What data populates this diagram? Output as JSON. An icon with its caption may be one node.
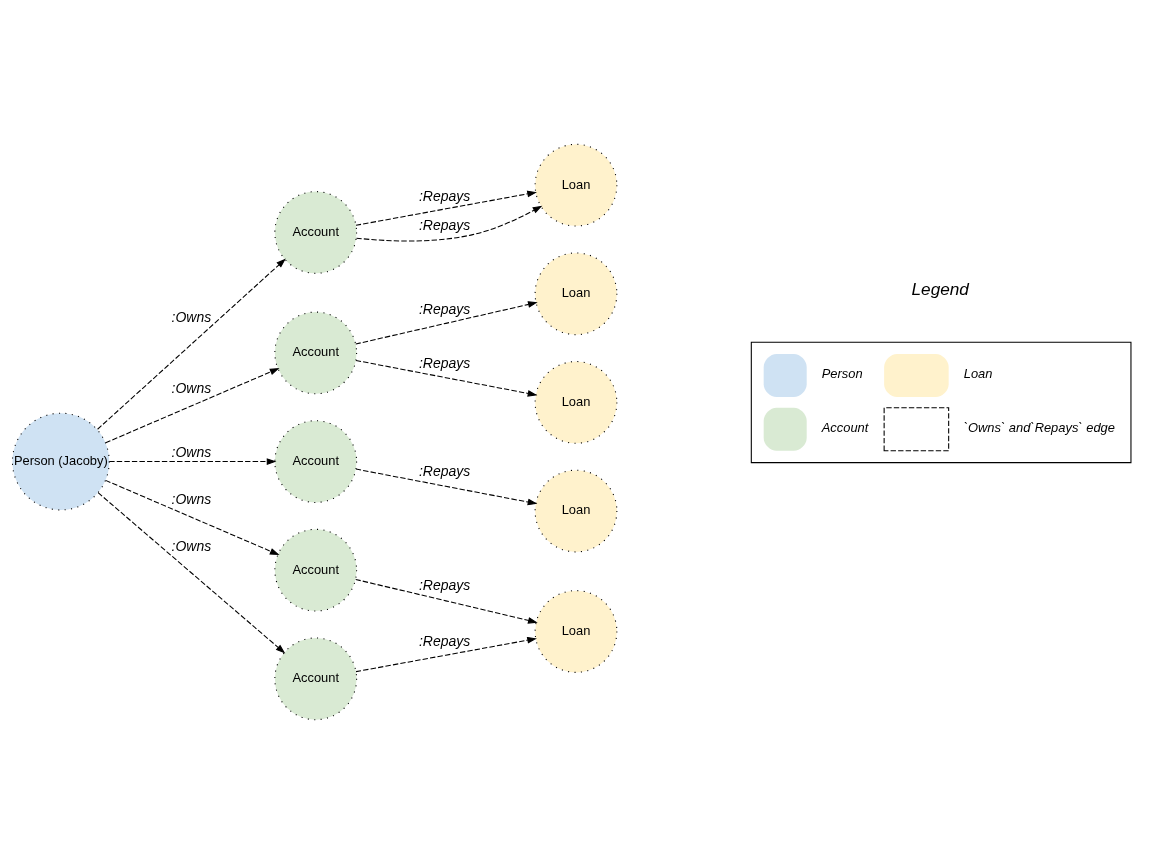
{
  "diagram": {
    "nodes": [
      {
        "text": [
          "Person (Jacoby)"
        ]
      },
      {
        "text": [
          "Account"
        ]
      },
      {
        "text": [
          "Loan"
        ]
      },
      {
        "text": [
          "Account"
        ]
      },
      {
        "text": [
          "Loan"
        ]
      },
      {
        "text": [
          "Loan"
        ]
      },
      {
        "text": [
          "Account"
        ]
      },
      {
        "text": [
          "Loan"
        ]
      },
      {
        "text": [
          "Account"
        ]
      },
      {
        "text": [
          "Account"
        ]
      },
      {
        "text": [
          "Loan"
        ]
      }
    ],
    "edges": [
      {
        "from": 0,
        "to": 1,
        "arrow": "to",
        "label": ":Owns",
        "style": "dashed"
      },
      {
        "from": 1,
        "to": 2,
        "arrow": "to",
        "label": ":Repays",
        "style": "dashed"
      },
      {
        "from": 1,
        "to": 2,
        "arrow": "to",
        "label": ":Repays",
        "style": "dashed"
      },
      {
        "from": 0,
        "to": 3,
        "arrow": "to",
        "label": ":Owns",
        "style": "dashed"
      },
      {
        "from": 3,
        "to": 4,
        "arrow": "to",
        "label": ":Repays",
        "style": "dashed"
      },
      {
        "from": 3,
        "to": 5,
        "arrow": "to",
        "label": ":Repays",
        "style": "dashed"
      },
      {
        "from": 0,
        "to": 6,
        "arrow": "to",
        "label": ":Owns",
        "style": "dashed"
      },
      {
        "from": 6,
        "to": 7,
        "arrow": "to",
        "label": ":Repays",
        "style": "dashed"
      },
      {
        "from": 0,
        "to": 8,
        "arrow": "to",
        "label": ":Owns",
        "style": "dashed"
      },
      {
        "from": 8,
        "to": 10,
        "arrow": "to",
        "label": ":Repays",
        "style": "dashed"
      },
      {
        "from": 0,
        "to": 9,
        "arrow": "to",
        "label": ":Owns",
        "style": "dashed"
      },
      {
        "from": 9,
        "to": 10,
        "arrow": "to",
        "label": ":Repays",
        "style": "dashed"
      }
    ],
    "labels": [
      "Legend"
    ],
    "legend": [
      {
        "text": "Person",
        "color": "#cfe2f3"
      },
      {
        "text": "Loan",
        "color": "#fff2cc"
      },
      {
        "text": "Account",
        "color": "#d9ead3"
      },
      {
        "text": "`Owns` and`Repays` edge"
      }
    ]
  }
}
